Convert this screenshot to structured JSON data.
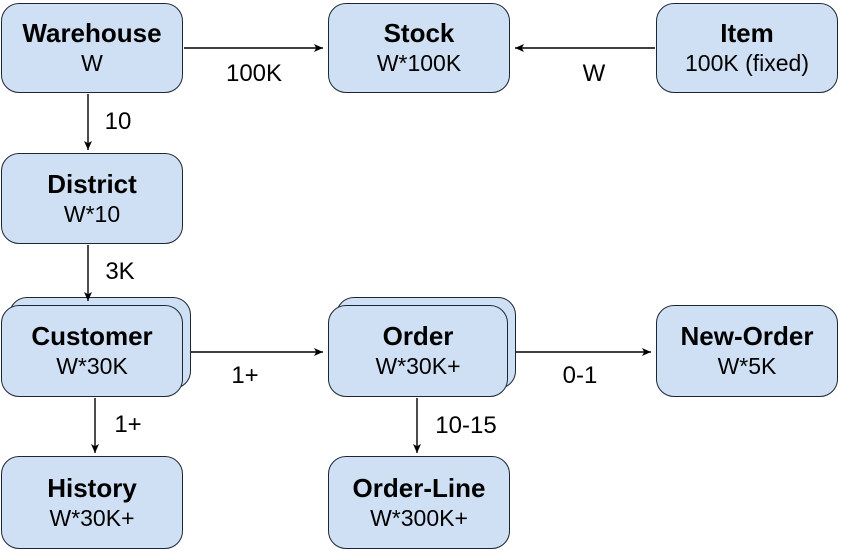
{
  "diagram": {
    "type": "entity-relationship",
    "colors": {
      "box_fill": "#cfe0f4",
      "box_border": "#1d2633",
      "arrow": "#000000",
      "background": "#ffffff",
      "text": "#000000"
    },
    "entities": [
      {
        "id": "warehouse",
        "name": "Warehouse",
        "cardinality": "W",
        "stacked": false
      },
      {
        "id": "stock",
        "name": "Stock",
        "cardinality": "W*100K",
        "stacked": false
      },
      {
        "id": "item",
        "name": "Item",
        "cardinality": "100K (fixed)",
        "stacked": false
      },
      {
        "id": "district",
        "name": "District",
        "cardinality": "W*10",
        "stacked": false
      },
      {
        "id": "customer",
        "name": "Customer",
        "cardinality": "W*30K",
        "stacked": true
      },
      {
        "id": "order",
        "name": "Order",
        "cardinality": "W*30K+",
        "stacked": true
      },
      {
        "id": "new_order",
        "name": "New-Order",
        "cardinality": "W*5K",
        "stacked": false
      },
      {
        "id": "history",
        "name": "History",
        "cardinality": "W*30K+",
        "stacked": false
      },
      {
        "id": "order_line",
        "name": "Order-Line",
        "cardinality": "W*300K+",
        "stacked": false
      }
    ],
    "relationships": [
      {
        "from": "warehouse",
        "to": "stock",
        "label": "100K"
      },
      {
        "from": "item",
        "to": "stock",
        "label": "W"
      },
      {
        "from": "warehouse",
        "to": "district",
        "label": "10"
      },
      {
        "from": "district",
        "to": "customer",
        "label": "3K"
      },
      {
        "from": "customer",
        "to": "order",
        "label": "1+"
      },
      {
        "from": "order",
        "to": "new_order",
        "label": "0-1"
      },
      {
        "from": "customer",
        "to": "history",
        "label": "1+"
      },
      {
        "from": "order",
        "to": "order_line",
        "label": "10-15"
      }
    ]
  }
}
